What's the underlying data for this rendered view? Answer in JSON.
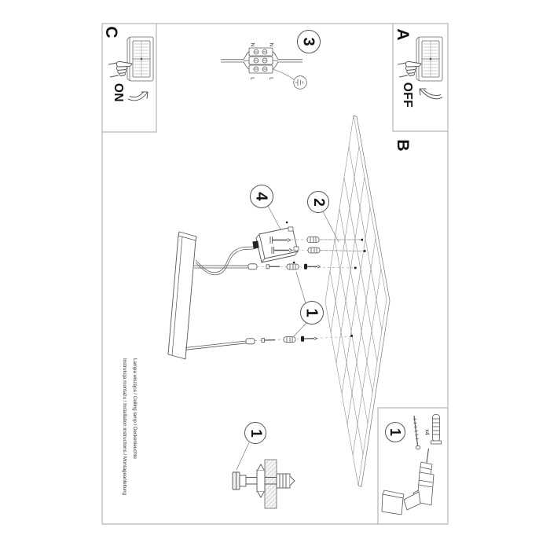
{
  "panels": {
    "c": {
      "label": "C",
      "action": "ON"
    },
    "a": {
      "label": "A",
      "action": "OFF"
    },
    "b": {
      "label": "B"
    }
  },
  "callouts": {
    "wiring_step": "3",
    "canopy_part": "4",
    "mount_screws_part": "2",
    "suspension_part": "1",
    "anchor_section_part": "1",
    "tools_part": "1"
  },
  "wiring_labels": {
    "top_left": "N",
    "top_right": "N",
    "bottom_left": "L",
    "bottom_right": "L"
  },
  "tools_box": {
    "quantity": "x4"
  },
  "footer": {
    "title_line": "Lampa wisząca / Ceiling lamp / Deckenleuchte",
    "instructions_line": "Instrukcja montażu / Installation instructions / Montageanleitung"
  },
  "icons": {
    "hand": "pointing-hand-icon",
    "switch": "rocker-switch-icon",
    "arrow_on": "curved-arrow-up-right-icon",
    "arrow_off": "curved-arrow-up-left-icon",
    "ground": "earth-ground-symbol-icon",
    "terminal_block": "terminal-block-icon",
    "ceiling_grid": "ceiling-panel-icon",
    "lamp_bar": "linear-lamp-icon",
    "screw": "screw-icon",
    "wall_anchor": "wall-plug-icon",
    "drill": "power-drill-icon"
  },
  "colors": {
    "frame": "#a6a6a6",
    "art": "#4d4d4d",
    "dash": "#aaaaaa",
    "grid": "#8f8f8f",
    "text": "#111111",
    "background": "#ffffff"
  }
}
